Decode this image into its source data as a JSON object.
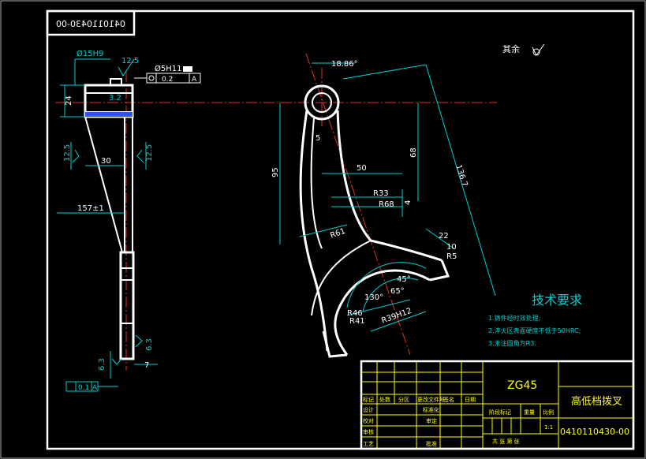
{
  "drawing": {
    "stamp_number": "0410110430-00",
    "finish_note": "其余",
    "tech_title": "技术要求",
    "tech_items": [
      "1.铸件经时效处理;",
      "2.淬火区表面硬度不低于50HRC;",
      "3.未注圆角为R3."
    ]
  },
  "left_view": {
    "bore_dim": "Ø15H9",
    "rough_top": "12.5",
    "hole_dim": "Ø5H11",
    "pos_tol": "0.2",
    "datum_ref": "A",
    "height_24": "24",
    "rough_mid": "3.2",
    "rough_left": "12.5",
    "rough_right": "12.5",
    "dim_30": "30",
    "dim_157": "157±1",
    "rough_bottom_right": "6.3",
    "rough_bottom_left": "6.3",
    "dim_7": "7",
    "perp_tol": "0.1",
    "perp_datum": "A"
  },
  "main_view": {
    "angle": "18.86°",
    "dim_95": "95",
    "dim_68": "68",
    "dim_50": "50",
    "dim_136": "136.7",
    "r33": "R33",
    "r68": "R68",
    "dim_4": "4",
    "r5_top": "5",
    "r61": "R61",
    "dim_22": "22",
    "dim_10": "10",
    "r5": "R5",
    "ang45": "45°",
    "ang65": "65°",
    "ang130": "130°",
    "r46": "R46",
    "r41": "R41",
    "r39": "R39H12"
  },
  "title_block": {
    "material": "ZG45",
    "part_name": "高低档拨叉",
    "drawing_no": "0410110430-00",
    "rev_headers": [
      "标记",
      "处数",
      "分区",
      "更改文件号",
      "签名",
      "日期"
    ],
    "rows_left": [
      "设计",
      "校对",
      "审核",
      "工艺"
    ],
    "std_label": "标准化",
    "approve_label": "审定",
    "approve2_label": "批准",
    "stage_headers": [
      "阶段标记",
      "重量",
      "比例"
    ],
    "scale": "1:1",
    "sheets": "共  张  第  张"
  }
}
